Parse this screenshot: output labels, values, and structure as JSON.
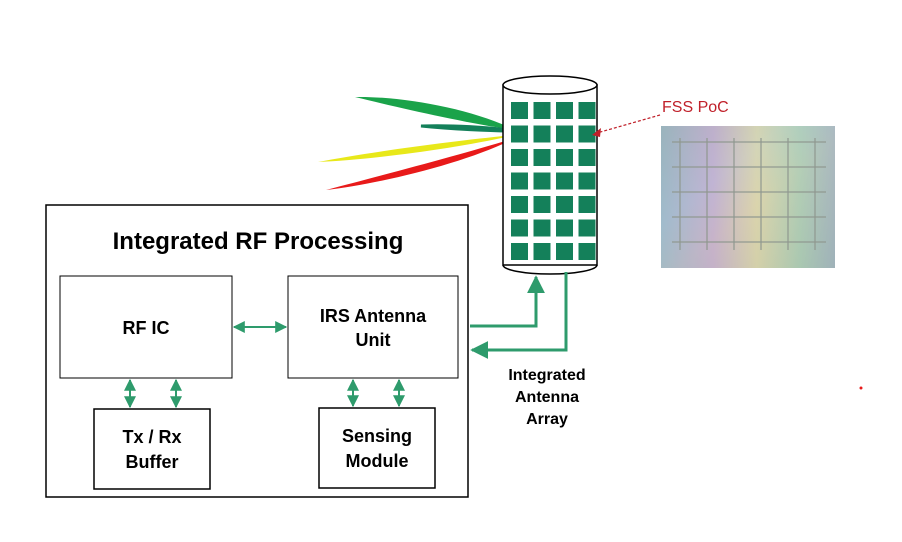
{
  "title": "Integrated RF Processing",
  "blocks": {
    "rf_ic": "RF IC",
    "irs_line1": "IRS Antenna",
    "irs_line2": "Unit",
    "txrx_line1": "Tx / Rx",
    "txrx_line2": "Buffer",
    "sensing_line1": "Sensing",
    "sensing_line2": "Module"
  },
  "antenna_label": {
    "line1": "Integrated",
    "line2": "Antenna",
    "line3": "Array"
  },
  "fss_label": "FSS PoC",
  "colors": {
    "connector": "#2e9b6c",
    "cell": "#14805a",
    "beam_green": "#1aa34a",
    "beam_yellow": "#e8e81a",
    "beam_red": "#e81a1a",
    "fss_text": "#c0202a"
  }
}
